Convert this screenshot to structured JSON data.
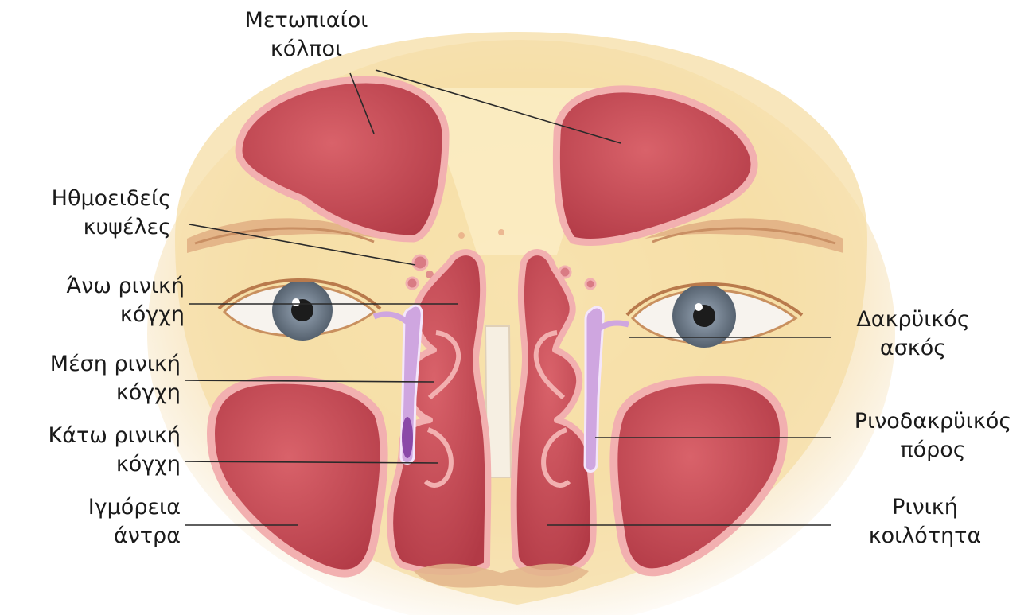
{
  "labels": {
    "frontal_sinuses": {
      "line1": "Μετωπιαίοι",
      "line2": "κόλποι"
    },
    "ethmoid_cells": {
      "line1": "Ηθμοειδείς",
      "line2": "κυψέλες"
    },
    "superior_concha": {
      "line1": "Άνω ρινική",
      "line2": "κόγχη"
    },
    "middle_concha": {
      "line1": "Μέση ρινική",
      "line2": "κόγχη"
    },
    "inferior_concha": {
      "line1": "Κάτω ρινική",
      "line2": "κόγχη"
    },
    "maxillary_sinuses": {
      "line1": "Ιγμόρεια",
      "line2": "άντρα"
    },
    "lacrimal_sac": {
      "line1": "Δακρϋικός",
      "line2": "ασκός"
    },
    "nasolacrimal_duct": {
      "line1": "Ρινοδακρϋικός",
      "line2": "πόρος"
    },
    "nasal_cavity": {
      "line1": "Ρινική",
      "line2": "κοιλότητα"
    }
  },
  "colors": {
    "skin": "#f6dfa8",
    "skin_center": "#fbedc4",
    "sinus_fill": "#c2444e",
    "sinus_border": "#f0a6a6",
    "duct": "#c9a3dc",
    "leader_line": "#2a2a2a"
  }
}
